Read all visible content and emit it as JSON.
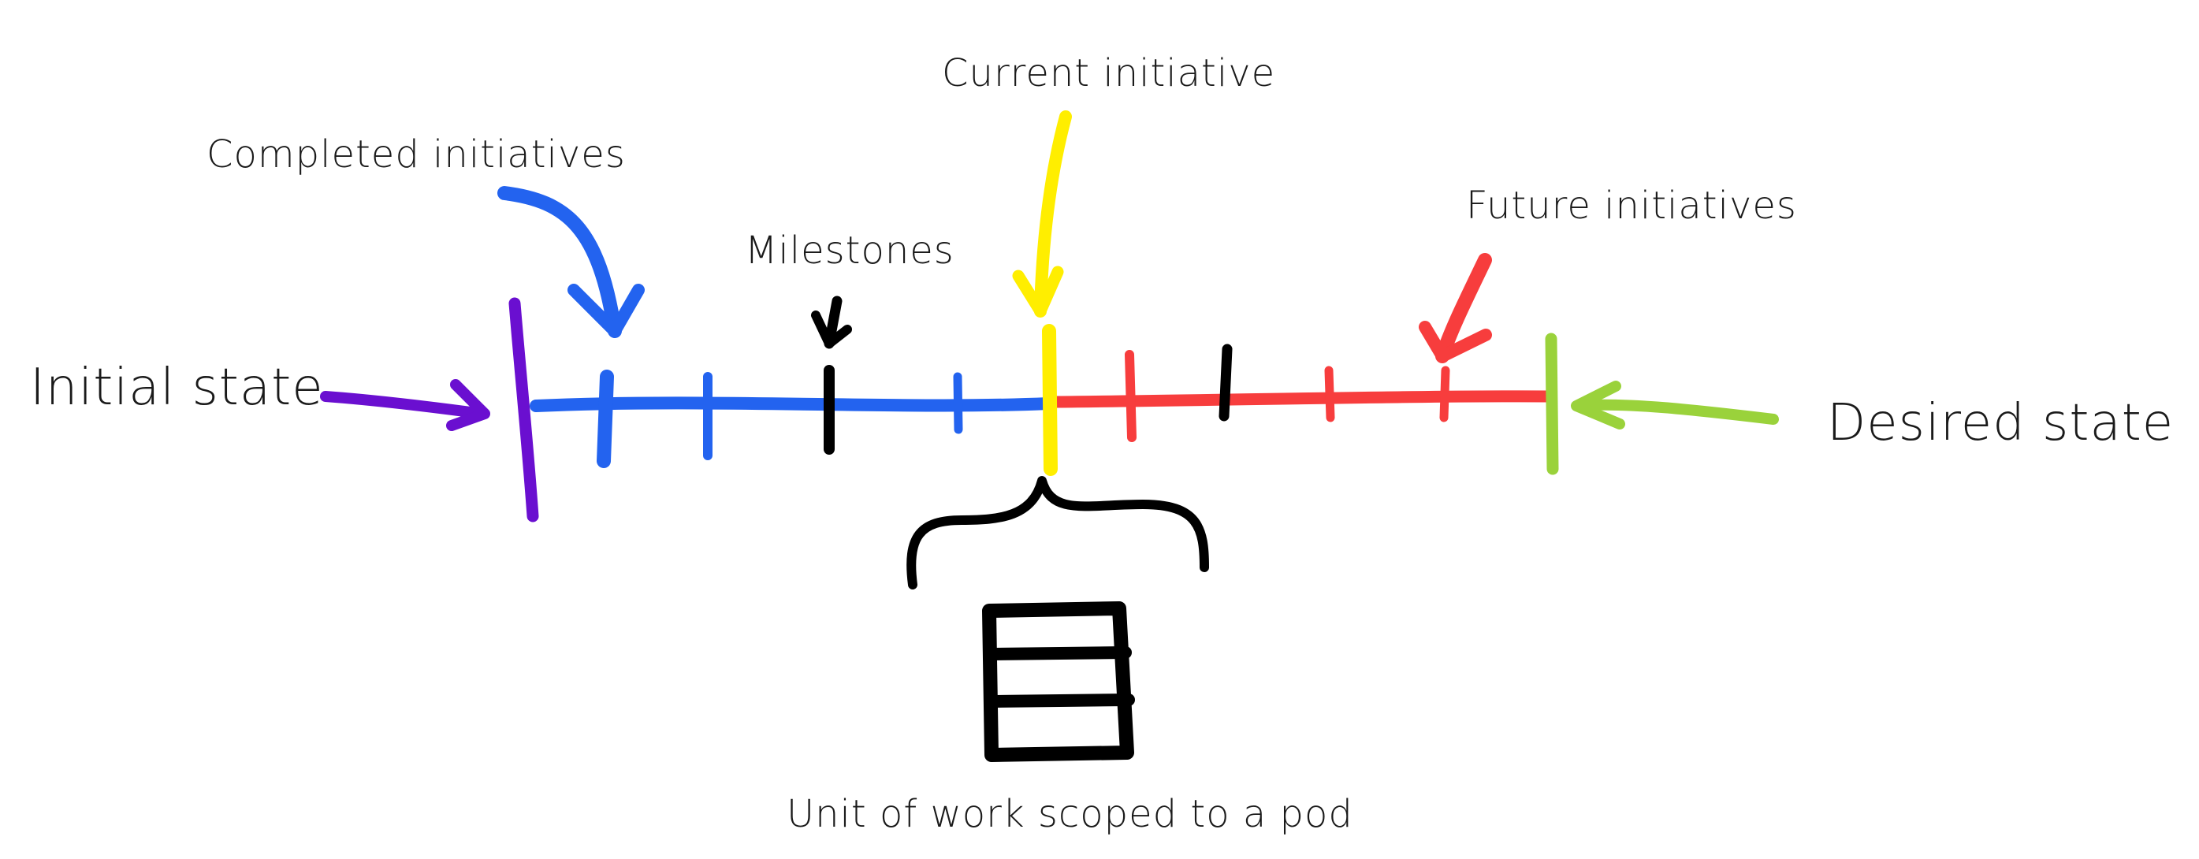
{
  "labels": {
    "initial_state": "Initial state",
    "desired_state": "Desired state",
    "completed_initiatives": "Completed initiatives",
    "milestones": "Milestones",
    "current_initiative": "Current initiative",
    "future_initiatives": "Future initiatives",
    "unit_of_work": "Unit of work scoped to a pod"
  },
  "colors": {
    "initial": "#6a0fd0",
    "completed": "#2363ef",
    "current": "#ffee00",
    "future": "#f73d3d",
    "desired": "#9ad23b",
    "milestone": "#000000",
    "text": "#1a1a1a"
  }
}
